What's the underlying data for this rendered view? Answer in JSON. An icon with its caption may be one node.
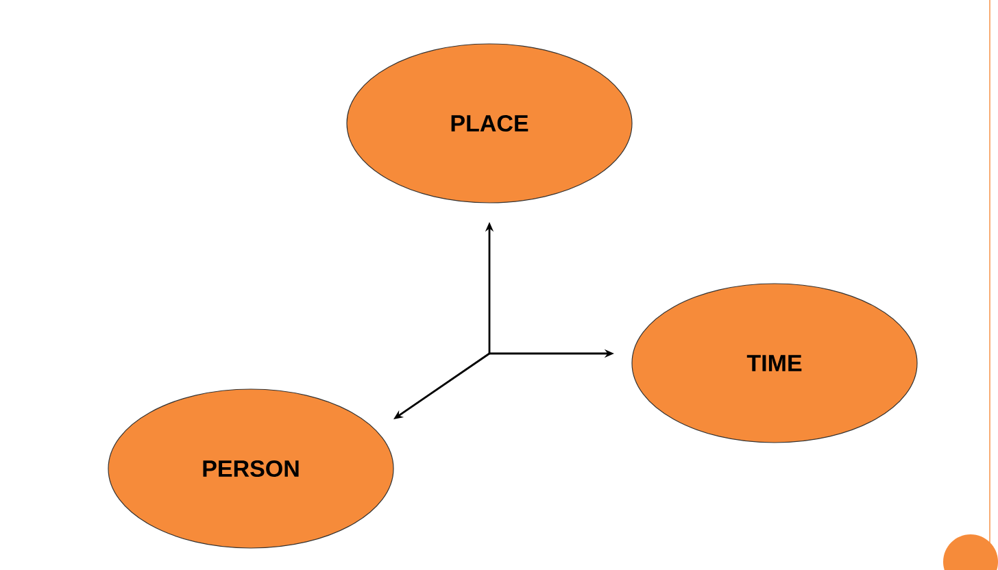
{
  "diagram": {
    "nodes": [
      {
        "text": [
          "PLACE"
        ]
      },
      {
        "text": [
          "TIME"
        ]
      },
      {
        "text": [
          "PERSON"
        ]
      }
    ],
    "edges": [
      {
        "from": null,
        "to": 0,
        "arrow": "to"
      },
      {
        "from": null,
        "to": 1,
        "arrow": "to"
      },
      {
        "from": null,
        "to": 2,
        "arrow": "to"
      }
    ]
  }
}
